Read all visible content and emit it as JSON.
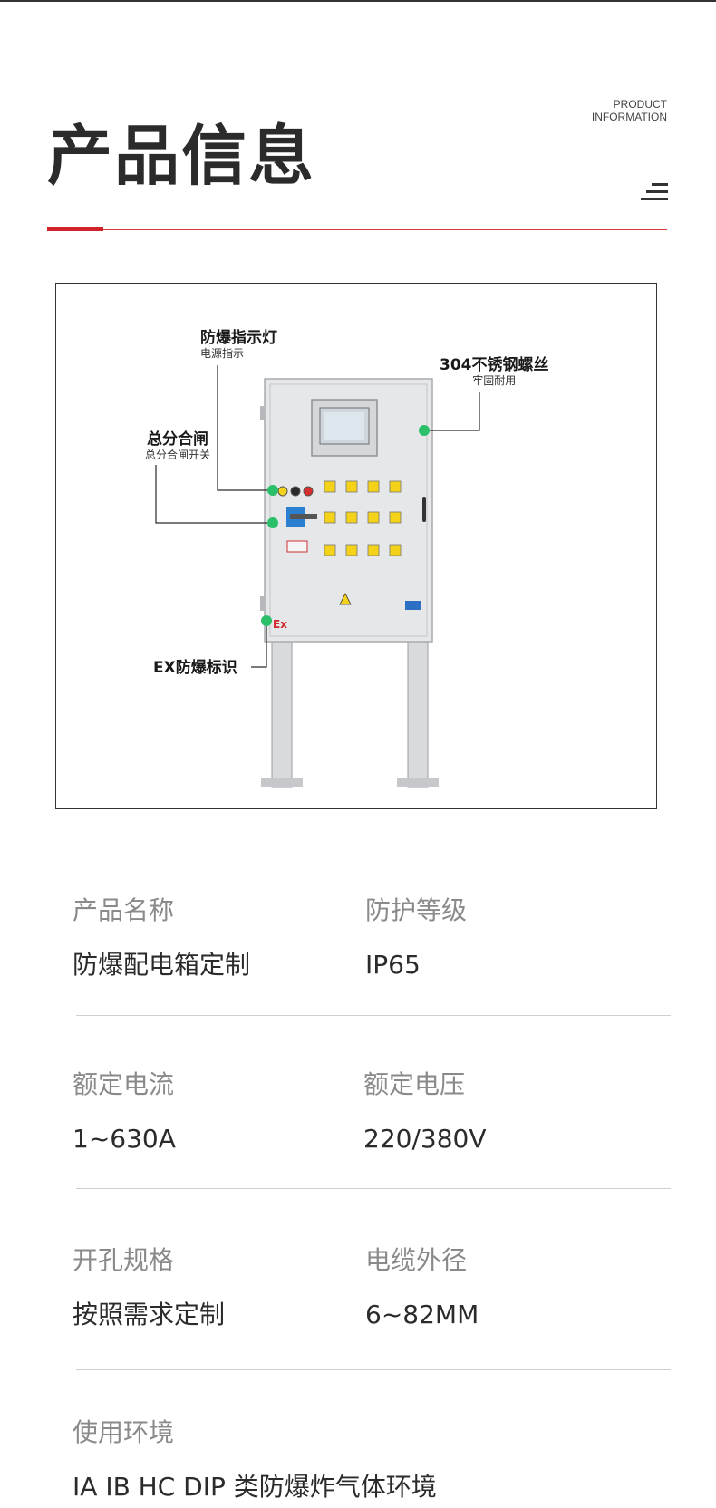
{
  "header": {
    "title": "产品信息",
    "subtitle_line1": "PRODUCT",
    "subtitle_line2": "INFORMATION"
  },
  "photo": {
    "callouts": {
      "indicator": {
        "title": "防爆指示灯",
        "sub": "电源指示"
      },
      "screws": {
        "title": "304不锈钢螺丝",
        "sub": "牢固耐用"
      },
      "breaker": {
        "title": "总分合闸",
        "sub": "总分合闸开关"
      },
      "ex_mark": {
        "title": "EX防爆标识"
      }
    },
    "ex_logo": "Ex"
  },
  "specs": [
    {
      "label": "产品名称",
      "value": "防爆配电箱定制"
    },
    {
      "label": "防护等级",
      "value": "IP65"
    },
    {
      "label": "额定电流",
      "value": "1~630A"
    },
    {
      "label": "额定电压",
      "value": "220/380V"
    },
    {
      "label": "开孔规格",
      "value": "按照需求定制"
    },
    {
      "label": "电缆外径",
      "value": "6~82MM"
    },
    {
      "label": "使用环境",
      "value": "IA IB HC DIP 类防爆炸气体环境"
    }
  ],
  "colors": {
    "accent_red": "#d0232a",
    "dot_green": "#2bbf6a",
    "switch_yellow": "#f5d21a"
  }
}
